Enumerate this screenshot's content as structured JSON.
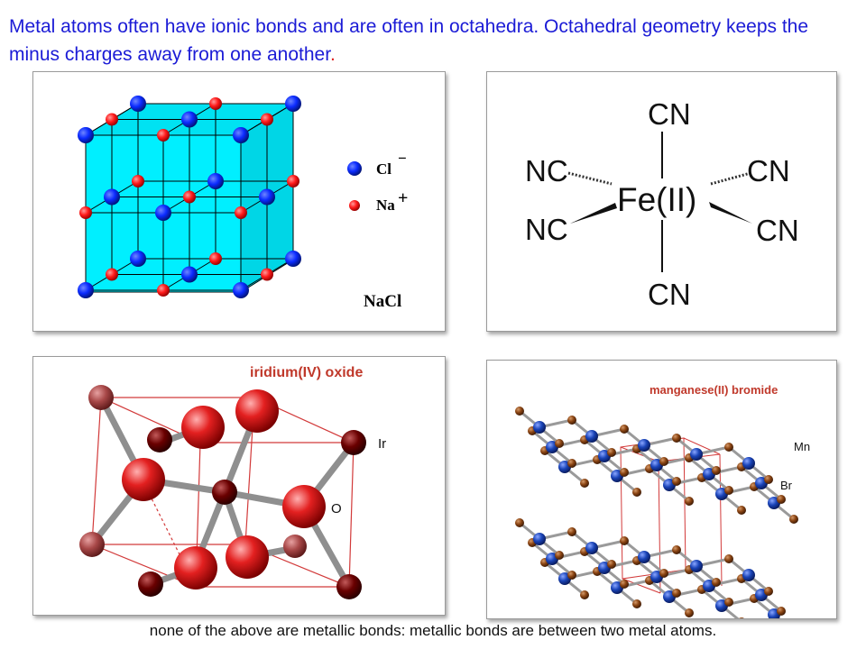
{
  "title": {
    "text": "Metal atoms  often have ionic bonds and are often in octahedra. Octahedral geometry keeps the minus charges away from one another",
    "end": "."
  },
  "nacl": {
    "legend_cl": "Cl",
    "legend_cl_charge": "−",
    "legend_na": "Na",
    "legend_na_charge": "+",
    "label": "NaCl",
    "colors": {
      "cube": "#00f0ff",
      "cl": "#0b2bff",
      "na": "#ff1a1a",
      "edge": "#000000"
    }
  },
  "fe": {
    "top": "CN",
    "bottom": "CN",
    "upper_left": "NC",
    "lower_left": "NC",
    "upper_right": "CN",
    "lower_right": "CN",
    "center": "Fe(II)"
  },
  "iridium": {
    "title": "iridium(IV) oxide",
    "ir_label": "Ir",
    "o_label": "O",
    "colors": {
      "title": "#c0392b",
      "ir": "#6a0000",
      "o": "#e02424"
    }
  },
  "manganese": {
    "title": "manganese(II) bromide",
    "mn_label": "Mn",
    "br_label": "Br",
    "colors": {
      "title": "#c0392b",
      "mn": "#1a44b8",
      "br": "#8b4513"
    }
  },
  "caption": "none of the above are metallic bonds: metallic bonds are between two metal atoms."
}
